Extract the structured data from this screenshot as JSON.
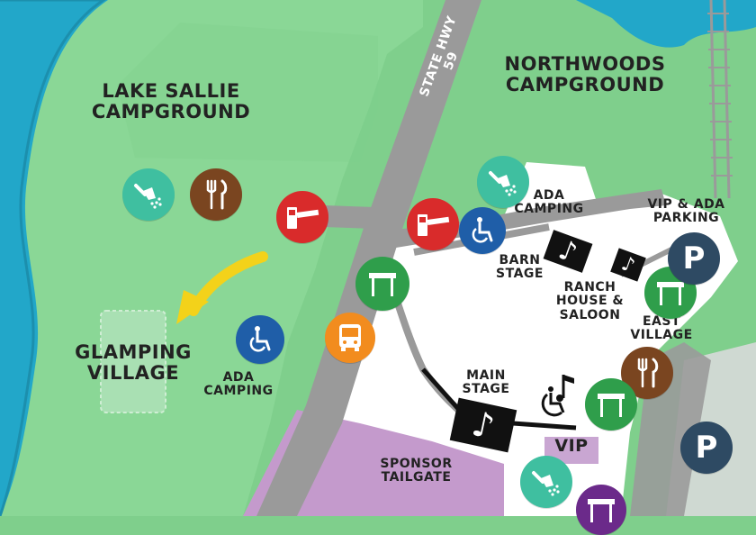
{
  "map": {
    "colors": {
      "grass": "#7fcf8c",
      "dark_grass": "#63b876",
      "water": "#22a7c9",
      "road": "#9a9a9a",
      "venue": "#ffffff",
      "sponsor": "#c49acc",
      "vip": "#c9a6d2",
      "shower": "#3fbfa0",
      "food": "#7a4520",
      "gate": "#d92b2b",
      "ada": "#1f5ea8",
      "tent": "#2f9e4b",
      "bus": "#f28c1e",
      "parking": "#2e4a63",
      "arrow": "#f3d21a",
      "tent_purple": "#6b2a8a"
    },
    "road_label": "STATE HWY 59",
    "areas": {
      "lake_sallie": "LAKE SALLIE\nCAMPGROUND",
      "northwoods": "NORTHWOODS\nCAMPGROUND",
      "glamping": "GLAMPING\nVILLAGE",
      "ada_camping_left": "ADA\nCAMPING",
      "ada_camping_right": "ADA\nCAMPING",
      "vip_ada_parking": "VIP & ADA\nPARKING",
      "barn_stage": "BARN\nSTAGE",
      "ranch_house": "RANCH\nHOUSE &\nSALOON",
      "east_village": "EAST\nVILLAGE",
      "main_stage": "MAIN\nSTAGE",
      "vip": "VIP",
      "sponsor_tailgate": "SPONSOR\nTAILGATE"
    },
    "parking_letter": "P",
    "icons": {
      "shower": "shower-icon",
      "food": "fork-knife-icon",
      "gate": "gate-icon",
      "ada": "wheelchair-icon",
      "tent": "tent-icon",
      "bus": "bus-icon",
      "parking": "parking-icon",
      "stage": "music-note-icon",
      "accessible_music": "accessible-music-icon"
    }
  }
}
